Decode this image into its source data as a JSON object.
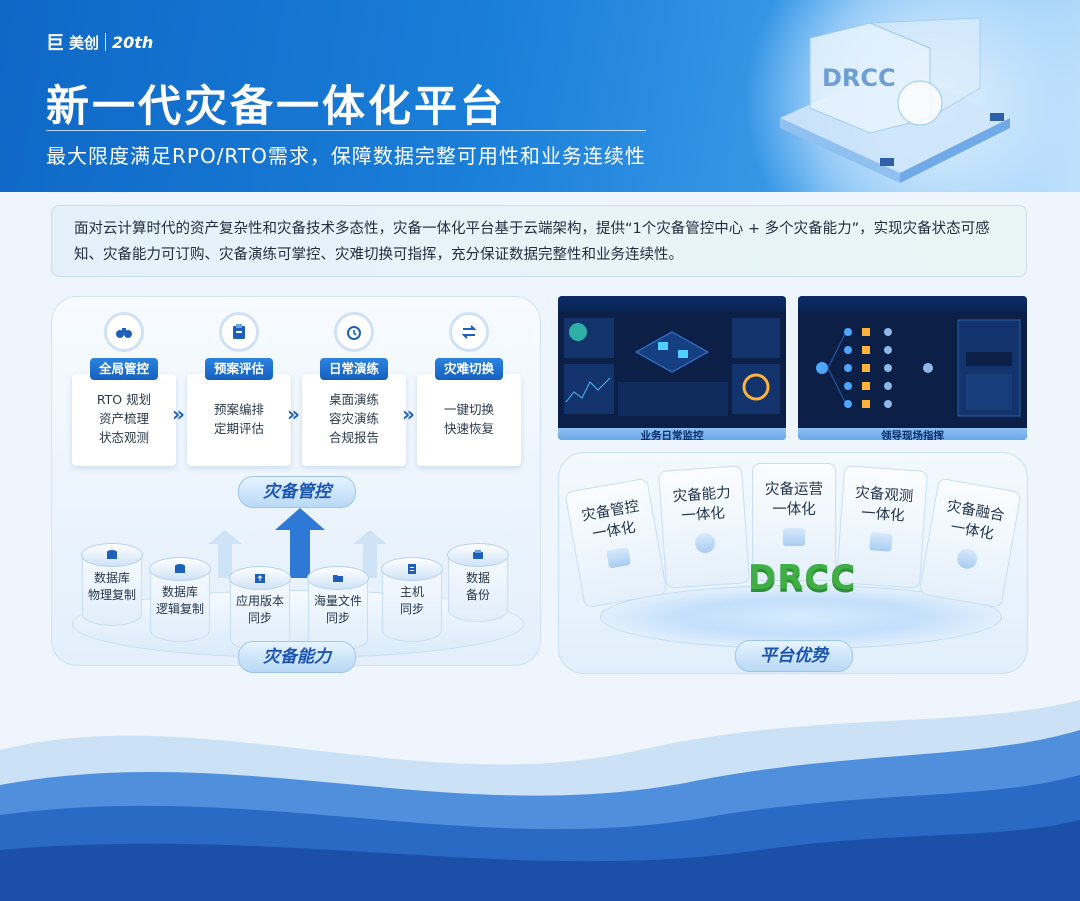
{
  "brand": {
    "logo_mark": "巨",
    "name": "美创",
    "anniversary": "20th"
  },
  "title": "新一代灾备一体化平台",
  "subtitle": "最大限度满足RPO/RTO需求，保障数据完整可用性和业务连续性",
  "intro": "面对云计算时代的资产复杂性和灾备技术多态性，灾备一体化平台基于云端架构，提供“1个灾备管控中心 + 多个灾备能力”，实现灾备状态可感知、灾备能力可订购、灾备演练可掌控、灾难切换可指挥，充分保证数据完整性和业务连续性。",
  "hero_label": "DRCC",
  "management": {
    "section_label": "灾备管控",
    "items": [
      {
        "label": "全局管控",
        "icon": "binoculars-icon",
        "lines": [
          "RTO 规划",
          "资产梳理",
          "状态观测"
        ]
      },
      {
        "label": "预案评估",
        "icon": "clipboard-icon",
        "lines": [
          "预案编排",
          "定期评估"
        ]
      },
      {
        "label": "日常演练",
        "icon": "alarm-clock-icon",
        "lines": [
          "桌面演练",
          "容灾演练",
          "合规报告"
        ]
      },
      {
        "label": "灾难切换",
        "icon": "switch-icon",
        "lines": [
          "一键切换",
          "快速恢复"
        ]
      }
    ]
  },
  "capabilities": {
    "section_label": "灾备能力",
    "items": [
      {
        "lines": [
          "数据库",
          "物理复制"
        ],
        "icon": "database-icon"
      },
      {
        "lines": [
          "数据库",
          "逻辑复制"
        ],
        "icon": "database-icon"
      },
      {
        "lines": [
          "应用版本",
          "同步"
        ],
        "icon": "upload-icon"
      },
      {
        "lines": [
          "海量文件",
          "同步"
        ],
        "icon": "folder-icon"
      },
      {
        "lines": [
          "主机",
          "同步"
        ],
        "icon": "document-icon"
      },
      {
        "lines": [
          "数据",
          "备份"
        ],
        "icon": "backup-icon"
      }
    ]
  },
  "screens": [
    {
      "caption": "业务日常监控"
    },
    {
      "caption": "领导现场指挥"
    }
  ],
  "advantages": {
    "section_label": "平台优势",
    "center_label": "DRCC",
    "items": [
      {
        "lines": [
          "灾备管控",
          "一体化"
        ]
      },
      {
        "lines": [
          "灾备能力",
          "一体化"
        ]
      },
      {
        "lines": [
          "灾备运营",
          "一体化"
        ]
      },
      {
        "lines": [
          "灾备观测",
          "一体化"
        ]
      },
      {
        "lines": [
          "灾备融合",
          "一体化"
        ]
      }
    ]
  },
  "colors": {
    "primary": "#1664c6",
    "accent": "#3fae45",
    "wave": "#1f58b8"
  }
}
